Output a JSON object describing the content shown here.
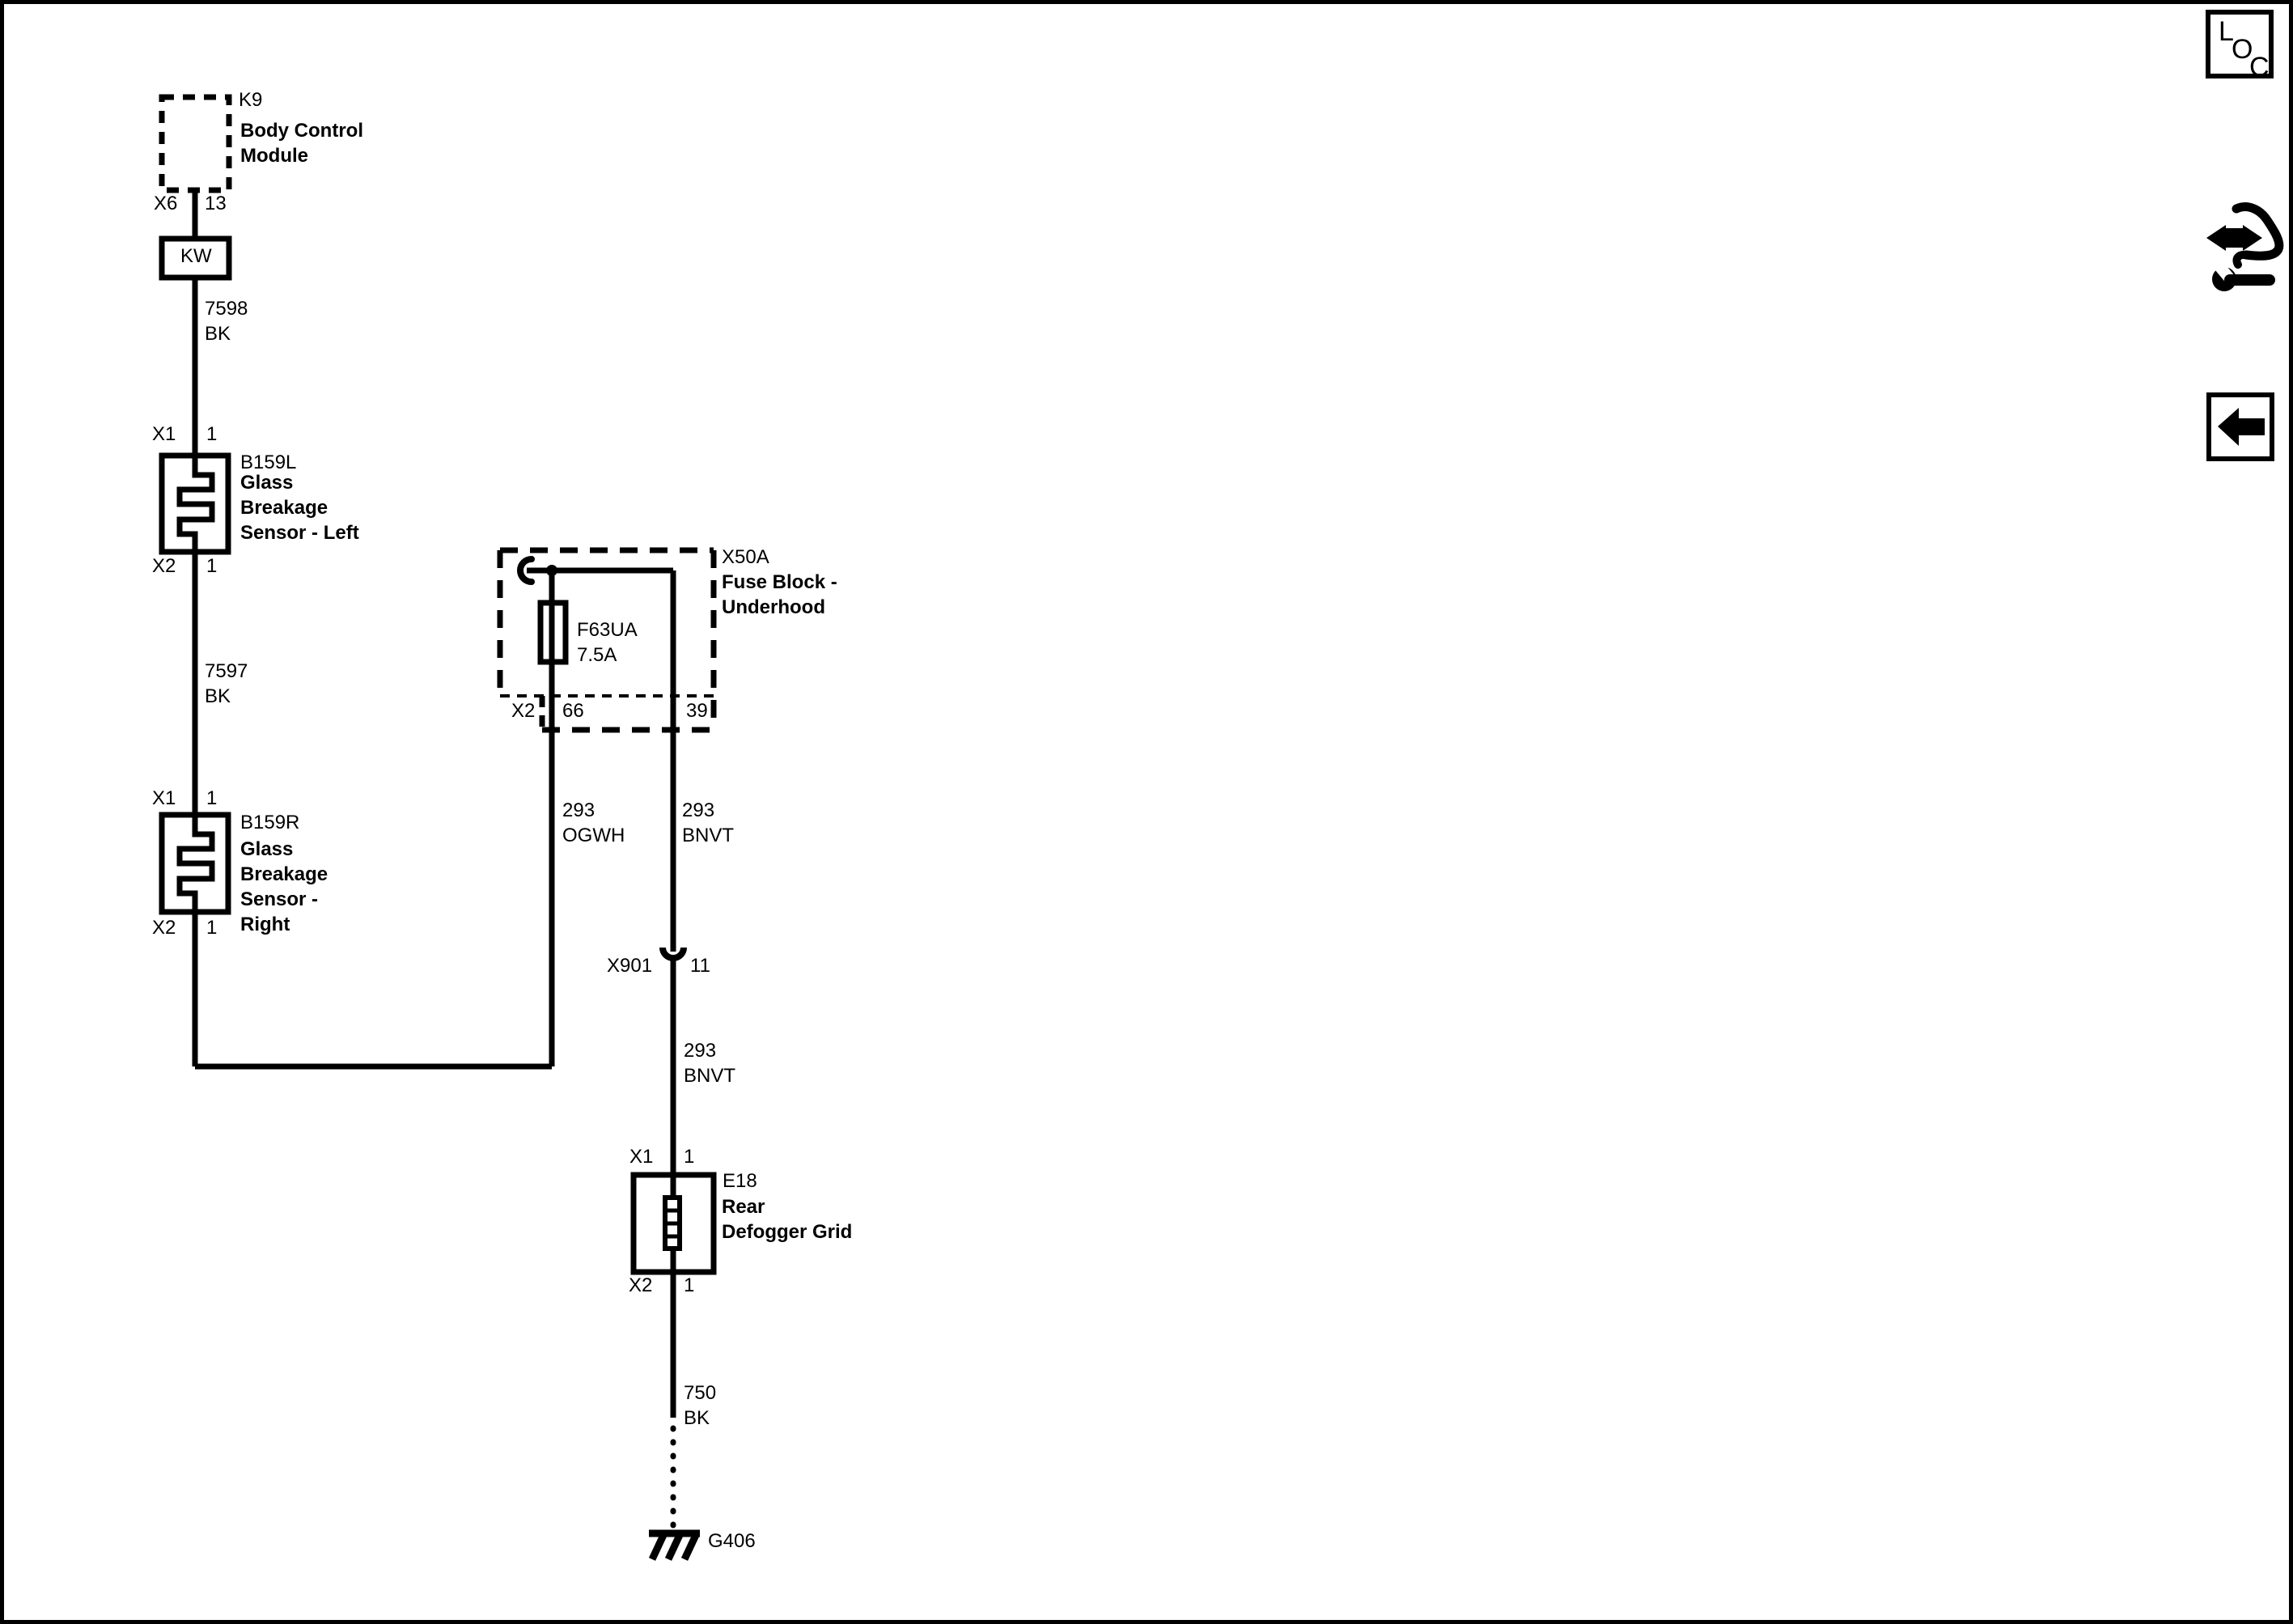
{
  "window": {
    "background": "#ffffff",
    "line_color": "#000000"
  },
  "corner_badge": {
    "letter_l": "L",
    "letter_o": "O",
    "letter_c": "C"
  },
  "components": {
    "body_control_module": {
      "id": "K9",
      "name": "Body Control\nModule",
      "connector": "X6",
      "pin": "13"
    },
    "kw_box": {
      "label": "KW"
    },
    "glass_breakage_sensor_left": {
      "id": "B159L",
      "name": "Glass\nBreakage\nSensor - Left",
      "top_connector": "X1",
      "top_pin": "1",
      "bottom_connector": "X2",
      "bottom_pin": "1"
    },
    "glass_breakage_sensor_right": {
      "id": "B159R",
      "name": "Glass\nBreakage\nSensor -\nRight",
      "top_connector": "X1",
      "top_pin": "1",
      "bottom_connector": "X2",
      "bottom_pin": "1"
    },
    "fuse_block_underhood": {
      "id": "X50A",
      "name": "Fuse Block -\nUnderhood",
      "fuse": "F63UA\n7.5A",
      "connector": "X2",
      "pin_left": "66",
      "pin_right": "39"
    },
    "inline_connector": {
      "id": "X901",
      "pin": "11"
    },
    "rear_defogger_grid": {
      "id": "E18",
      "name": "Rear\nDefogger Grid",
      "top_connector": "X1",
      "top_pin": "1",
      "bottom_connector": "X2",
      "bottom_pin": "1"
    },
    "ground": {
      "id": "G406"
    }
  },
  "wires": {
    "bcm_to_sensor_left": "7598\nBK",
    "sensor_left_to_sensor_right": "7597\nBK",
    "fuse_to_junction": "293\nOGWH",
    "fuse_to_inline": "293\nBNVT",
    "inline_to_defogger": "293\nBNVT",
    "defogger_to_ground": "750\nBK"
  }
}
